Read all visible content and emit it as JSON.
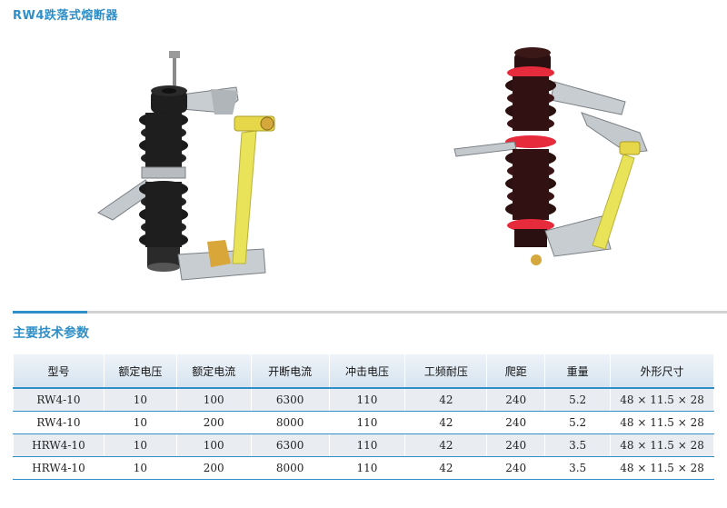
{
  "page": {
    "title": "RW4跌落式熔断器"
  },
  "section": {
    "title": "主要技术参数"
  },
  "table": {
    "headers": [
      "型号",
      "额定电压",
      "额定电流",
      "开断电流",
      "冲击电压",
      "工频耐压",
      "爬距",
      "重量",
      "外形尺寸"
    ],
    "rows": [
      [
        "RW4-10",
        "10",
        "100",
        "6300",
        "110",
        "42",
        "240",
        "5.2",
        "48 × 11.5 × 28"
      ],
      [
        "RW4-10",
        "10",
        "200",
        "8000",
        "110",
        "42",
        "240",
        "5.2",
        "48 × 11.5 × 28"
      ],
      [
        "HRW4-10",
        "10",
        "100",
        "6300",
        "110",
        "42",
        "240",
        "3.5",
        "48 × 11.5 × 28"
      ],
      [
        "HRW4-10",
        "10",
        "200",
        "8000",
        "110",
        "42",
        "240",
        "3.5",
        "48 × 11.5 × 28"
      ]
    ]
  },
  "colors": {
    "accent": "#2f8fc8",
    "insulator": "#1f1f1f",
    "insulator_brown": "#3a1414",
    "fuse_tube": "#e9e35a",
    "band": "#e52b3c"
  }
}
